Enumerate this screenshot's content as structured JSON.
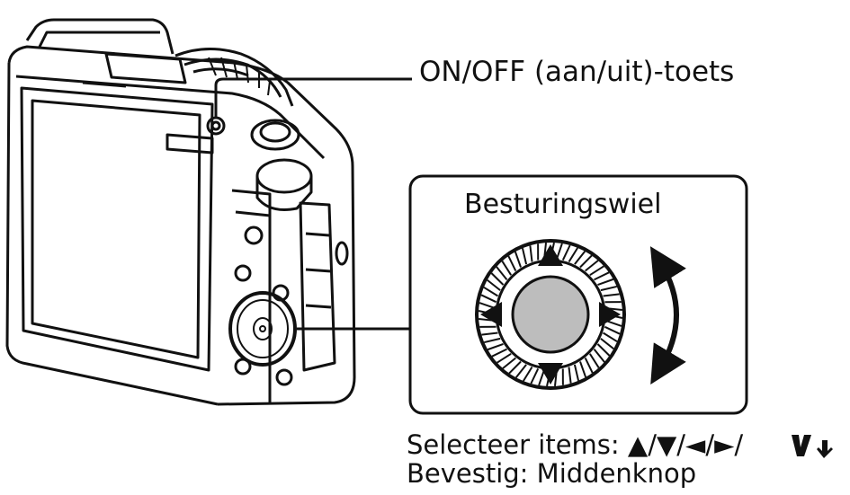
{
  "labels": {
    "power_button": "ON/OFF (aan/uit)-toets",
    "control_wheel_title": "Besturingswiel"
  },
  "caption": {
    "select_line": "Selecteer items: ▲/▼/◄/►/",
    "confirm_line": "Bevestig: Middenknop"
  },
  "icons": {
    "up_arrow": "triangle-up-icon",
    "down_arrow": "triangle-down-icon",
    "left_arrow": "triangle-left-icon",
    "right_arrow": "triangle-right-icon",
    "rotate": "rotate-wheel-icon",
    "rotation_indicator": "double-headed-curved-arrow-icon"
  },
  "colors": {
    "line": "#111111",
    "center_button": "#bdbdbd",
    "background": "#ffffff"
  }
}
